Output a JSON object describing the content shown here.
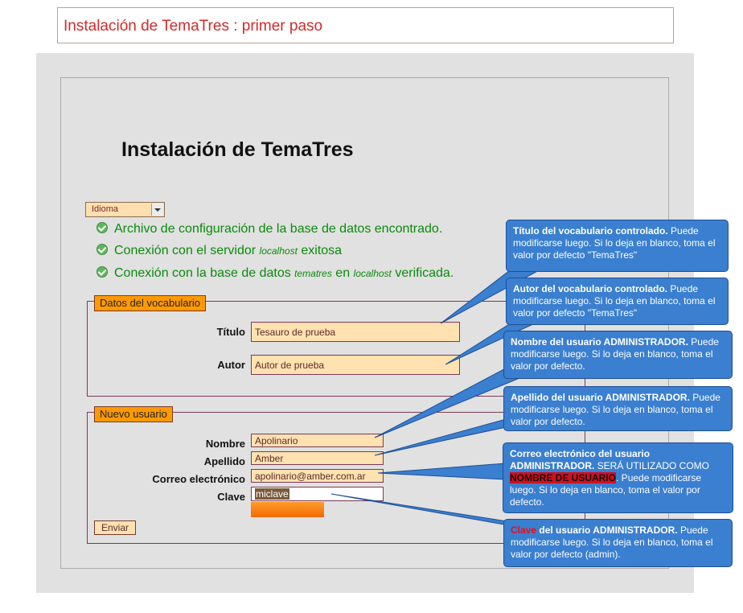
{
  "header": {
    "title": "Instalación de TemaTres : primer paso"
  },
  "main": {
    "heading": "Instalación de TemaTres",
    "language_select": {
      "value": "Idioma"
    },
    "checks": [
      {
        "before": "Archivo de configuración de la base de datos encontrado.",
        "italic": "",
        "after": ""
      },
      {
        "before": "Conexión con el servidor ",
        "italic": "localhost",
        "after": " exitosa"
      },
      {
        "before": "Conexión con la base de datos ",
        "italic": "tematres",
        "mid": " en ",
        "italic2": "localhost",
        "after": " verificada."
      }
    ]
  },
  "vocab": {
    "legend": "Datos del vocabulario",
    "title_label": "Título",
    "title_value": "Tesauro de prueba",
    "author_label": "Autor",
    "author_value": "Autor de prueba"
  },
  "user": {
    "legend": "Nuevo usuario",
    "name_label": "Nombre",
    "name_value": "Apolinario",
    "surname_label": "Apellido",
    "surname_value": "Amber",
    "email_label": "Correo electrónico",
    "email_value": "apolinario@amber.com.ar",
    "password_label": "Clave",
    "password_value": "miclave",
    "submit_label": "Enviar"
  },
  "tooltips": {
    "title": {
      "bold": "Título del vocabulario controlado.",
      "text": " Puede modificarse luego. Si lo deja en blanco, toma el valor por defecto \"TemaTres\""
    },
    "author": {
      "bold": "Autor del vocabulario controlado.",
      "text": " Puede modificarse luego. Si lo deja en blanco, toma el valor por defecto \"TemaTres\""
    },
    "name": {
      "bold": "Nombre del usuario ADMINISTRADOR.",
      "text": " Puede modificarse luego. Si lo deja en blanco, toma el valor por defecto."
    },
    "surname": {
      "bold": "Apellido del usuario ADMINISTRADOR.",
      "text": " Puede modificarse luego. Si lo deja en blanco, toma el valor por defecto."
    },
    "email": {
      "bold": "Correo electrónico del usuario ADMINISTRADOR.",
      "text1": " SERÁ UTILIZADO COMO ",
      "highlight": "NOMBRE DE USUARIO",
      "text2": ". Puede modificarse luego. Si lo deja en blanco, toma el valor por defecto."
    },
    "password": {
      "red": "Clave",
      "bold": " del usuario ADMINISTRADOR.",
      "text": " Puede modificarse luego. Si lo deja en blanco, toma el valor por defecto (admin)."
    }
  },
  "colors": {
    "title_red": "#d22a2a",
    "success_green": "#0a8a0a",
    "legend_orange": "#ff9900",
    "input_bg": "#ffe2b0",
    "tooltip_blue": "#3a7fd0",
    "highlight_red": "#d01020"
  }
}
